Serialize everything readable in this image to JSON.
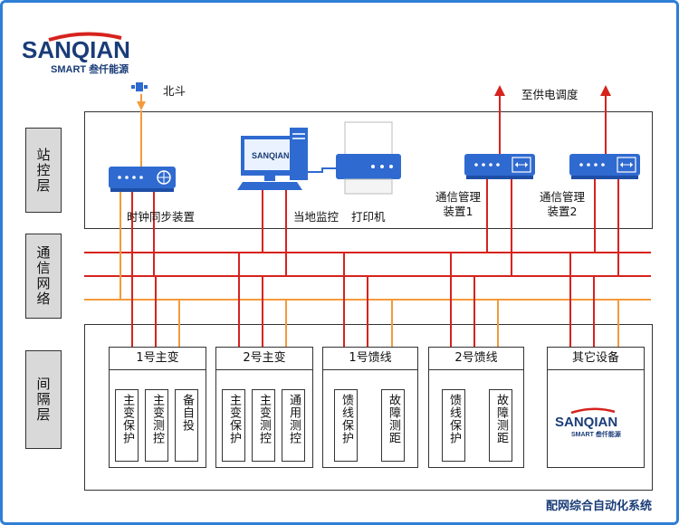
{
  "brand": {
    "name": "SANQIAN",
    "sub": "SMART 叁仟能源"
  },
  "colors": {
    "red": "#d6231e",
    "orange": "#f39a3c",
    "blue": "#2f6ad0",
    "gray": "#d9d9d9",
    "navy": "#1a3c78"
  },
  "side_labels": {
    "station": "站控层",
    "comm": "通信网络",
    "bay": "间隔层"
  },
  "station": {
    "beidou": "北斗",
    "to_dispatch": "至供电调度",
    "clock": "时钟同步装置",
    "monitor": "当地监控",
    "printer": "打印机",
    "comm1": "通信管理\n装置1",
    "comm2": "通信管理\n装置2",
    "comm1_l1": "通信管理",
    "comm1_l2": "装置1",
    "comm2_l1": "通信管理",
    "comm2_l2": "装置2"
  },
  "bay_units": [
    {
      "title": "1号主变",
      "cells": [
        "主变保护",
        "主变测控",
        "备自投"
      ]
    },
    {
      "title": "2号主变",
      "cells": [
        "主变保护",
        "主变测控",
        "通用测控"
      ]
    },
    {
      "title": "1号馈线",
      "cells": [
        "馈线保护",
        "故障测距"
      ]
    },
    {
      "title": "2号馈线",
      "cells": [
        "馈线保护",
        "故障测距"
      ]
    },
    {
      "title": "其它设备",
      "cells": []
    }
  ],
  "caption": "配网综合自动化系统"
}
